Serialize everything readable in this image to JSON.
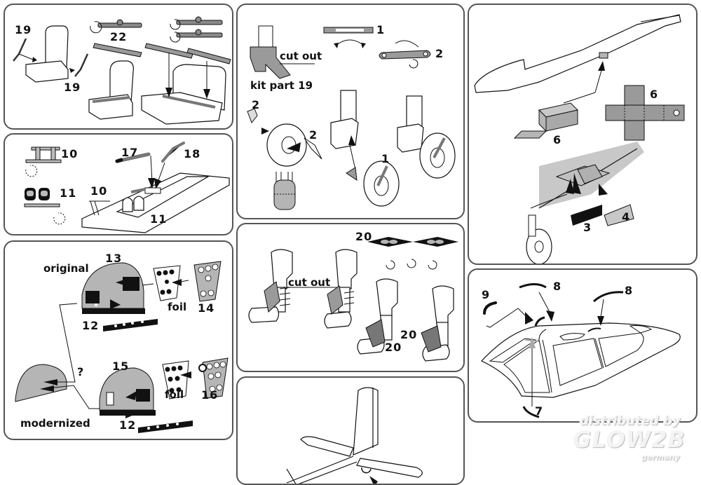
{
  "panels": {
    "seats": {
      "labels": {
        "belt_left": "19",
        "belt_right": "19",
        "strap_top": "22"
      }
    },
    "controls": {
      "labels": {
        "part10_top": "10",
        "part11_top": "11",
        "part17": "17",
        "part18": "18",
        "part10_floor": "10",
        "part11_floor": "11"
      }
    },
    "instrument_panel": {
      "labels": {
        "original": "original",
        "modernized": "modernized",
        "part13": "13",
        "part12_top": "12",
        "foil_top": "foil",
        "part14": "14",
        "part15": "15",
        "part12_bottom": "12",
        "foil_bottom": "foil",
        "part16": "16",
        "question": "?"
      }
    },
    "main_gear": {
      "labels": {
        "cut_out": "cut out",
        "kit_part": "kit part 19",
        "part1_top": "1",
        "part2_top": "2",
        "part2_left": "2",
        "part2_wheel": "2",
        "part1_wheel": "1"
      }
    },
    "gear_legs": {
      "labels": {
        "part20_top": "20",
        "cut_out": "cut out",
        "part20_a": "20",
        "part20_b": "20"
      }
    },
    "tail": {
      "labels": {}
    },
    "fuselage": {
      "labels": {
        "part6_box": "6",
        "part6_flat": "6",
        "part3": "3",
        "part4": "4"
      }
    },
    "canopy": {
      "labels": {
        "part9": "9",
        "part8_left": "8",
        "part8_right": "8",
        "part7": "7"
      }
    }
  },
  "watermark": {
    "line1": "distributed by",
    "line2": "GLOW2B",
    "line3": "germany"
  },
  "colors": {
    "ink": "#111111",
    "part_grey": "#b5b5b5",
    "border": "#555555",
    "paper": "#ffffff"
  }
}
